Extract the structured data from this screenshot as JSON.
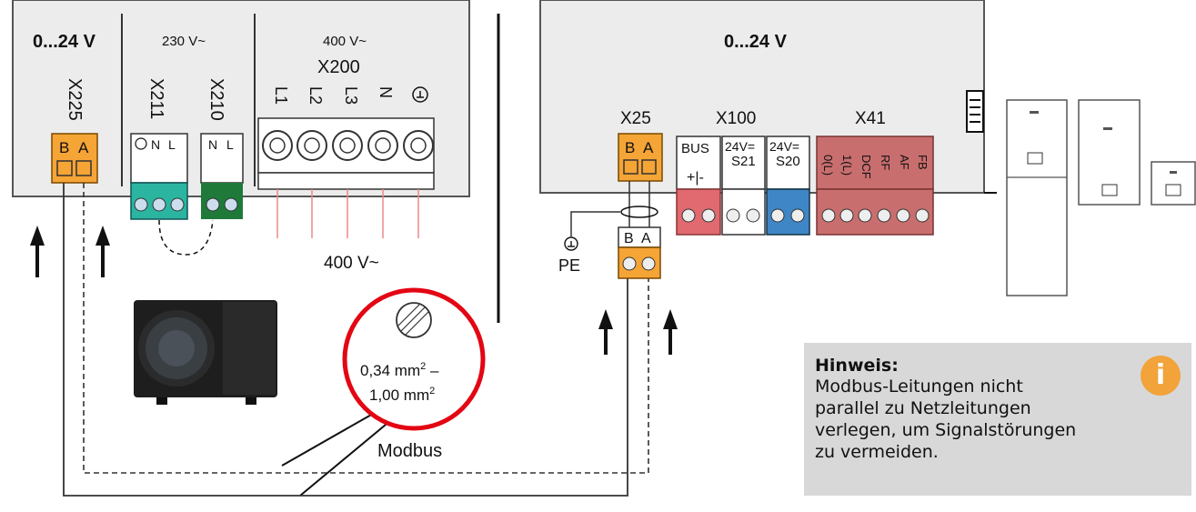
{
  "left_panel": {
    "voltage_low": "0...24 V",
    "voltage_230": "230 V~",
    "voltage_400": "400 V~",
    "x225": "X225",
    "x211": "X211",
    "x210": "X210",
    "x200": "X200",
    "terminal_b": "B",
    "terminal_a": "A",
    "terminals_x200": [
      "L1",
      "L2",
      "L3",
      "N"
    ],
    "x211_pins": [
      "N",
      "L"
    ],
    "x210_pins": [
      "N",
      "L"
    ],
    "power_label": "400 V~"
  },
  "right_panel": {
    "voltage_low": "0...24 V",
    "x25": "X25",
    "x100": "X100",
    "x41": "X41",
    "bus_label": "BUS",
    "bus_pins": "+|-",
    "s21_label": "24V=\nS21",
    "s20_label": "24V=\nS20",
    "x41_pins": [
      "0(L)",
      "1(L)",
      "DCF",
      "RF",
      "AF",
      "FB"
    ],
    "pe_label": "PE",
    "terminal_b": "B",
    "terminal_a": "A"
  },
  "cable": {
    "cross_section": "0,34 mm² –\n1,00 mm²",
    "line_1": "0,34 mm",
    "sup_1": "2",
    "line_1_tail": " –",
    "line_2": "1,00 mm",
    "sup_2": "2",
    "type_label": "Modbus"
  },
  "note": {
    "title": "Hinweis:",
    "text": "Modbus-Leitungen nicht\nparallel zu Netzleitungen\nverlegen, um Signalstörungen\nzu vermeiden.",
    "icon": "info-icon"
  },
  "colors": {
    "panel_gray": "#ececec",
    "orange": "#f5a436",
    "teal": "#2bb5a0",
    "green": "#1f7a3a",
    "red_terminal": "#e06a70",
    "blue_terminal": "#3f86c6",
    "dark_red_block": "#c96e6e",
    "highlight_circle": "#e30613",
    "note_bg": "#d8d8d8"
  }
}
